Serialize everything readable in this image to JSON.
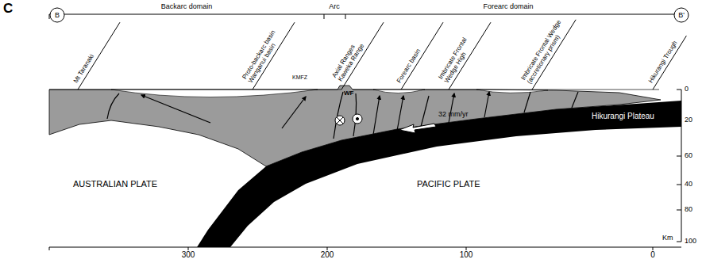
{
  "diagram": {
    "nodes": [
      {
        "text": [
          "B"
        ]
      },
      {
        "text": [
          "B'"
        ]
      }
    ],
    "labels": [
      "C",
      "Backarc domain",
      "Arc",
      "Forearc domain",
      "Mt Taranaki",
      "Proto-backarc basin Wanganui basin",
      "KMFZ",
      "Axial Ranges Kaweka Range",
      "WF",
      "Forearc basin",
      "Imbricate Frontal Wedge High",
      "Imbricate Frontal Wedge (accretionary prism)",
      "Hikurangi Trough",
      "32 mm/yr",
      "Hikurangi Plateau",
      "AUSTRALIAN PLATE",
      "PACIFIC PLATE",
      "Km",
      "0",
      "20",
      "60",
      "40",
      "80",
      "100",
      "300",
      "200",
      "100",
      "0"
    ]
  }
}
